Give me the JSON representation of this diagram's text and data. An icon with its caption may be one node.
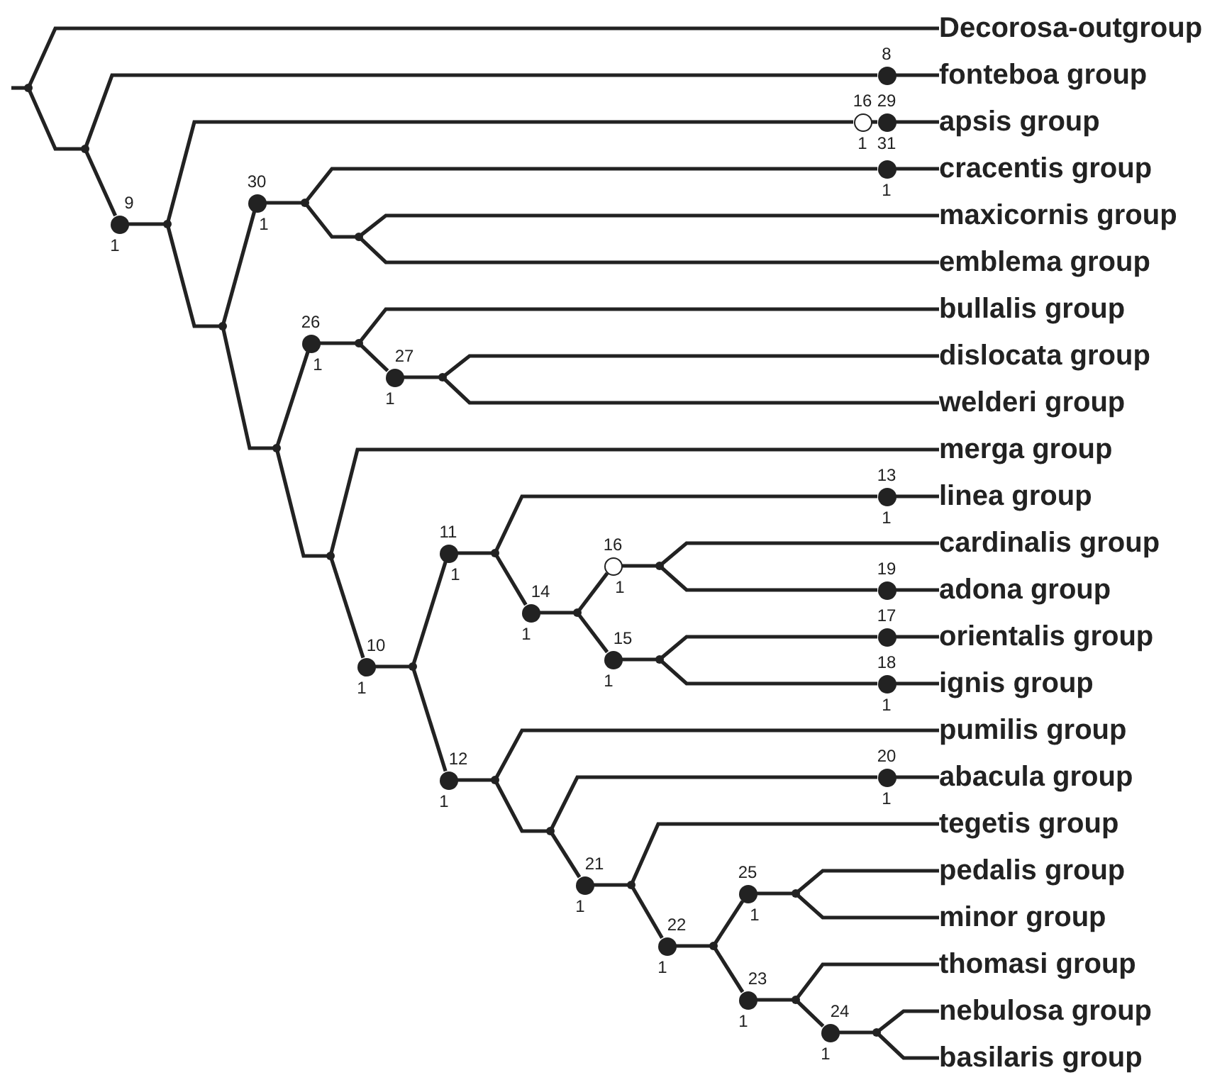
{
  "diagram": {
    "nodes": [
      {
        "text": [
          "Decorosa-outgroup"
        ]
      },
      {
        "text": [
          "fonteboa group"
        ]
      },
      {
        "text": [
          "apsis group"
        ]
      },
      {
        "text": [
          "cracentis group"
        ]
      },
      {
        "text": [
          "maxicornis group"
        ]
      },
      {
        "text": [
          "emblema group"
        ]
      },
      {
        "text": [
          "bullalis group"
        ]
      },
      {
        "text": [
          "dislocata group"
        ]
      },
      {
        "text": [
          "welderi group"
        ]
      },
      {
        "text": [
          "merga group"
        ]
      },
      {
        "text": [
          "linea group"
        ]
      },
      {
        "text": [
          "cardinalis group"
        ]
      },
      {
        "text": [
          "adona group"
        ]
      },
      {
        "text": [
          "orientalis group"
        ]
      },
      {
        "text": [
          "ignis group"
        ]
      },
      {
        "text": [
          "pumilis group"
        ]
      },
      {
        "text": [
          "abacula group"
        ]
      },
      {
        "text": [
          "tegetis group"
        ]
      },
      {
        "text": [
          "pedalis group"
        ]
      },
      {
        "text": [
          "minor group"
        ]
      },
      {
        "text": [
          "thomasi group"
        ]
      },
      {
        "text": [
          "nebulosa group"
        ]
      },
      {
        "text": [
          "basilaris group"
        ]
      },
      {
        "text": [],
        "shape": "point"
      },
      {
        "text": [],
        "shape": "point"
      },
      {
        "text": [],
        "shape": "point"
      },
      {
        "text": [],
        "shape": "point"
      },
      {
        "text": [],
        "shape": "point"
      },
      {
        "text": [],
        "shape": "point"
      },
      {
        "text": [],
        "shape": "point"
      },
      {
        "text": [],
        "shape": "point"
      },
      {
        "text": [],
        "shape": "point"
      },
      {
        "text": [],
        "shape": "point"
      },
      {
        "text": [],
        "shape": "point"
      },
      {
        "text": [],
        "shape": "point"
      },
      {
        "text": [],
        "shape": "point"
      },
      {
        "text": [],
        "shape": "point"
      },
      {
        "text": [],
        "shape": "point"
      },
      {
        "text": [],
        "shape": "point"
      },
      {
        "text": [],
        "shape": "point"
      },
      {
        "text": [],
        "shape": "point"
      },
      {
        "text": [],
        "shape": "point"
      },
      {
        "text": [],
        "shape": "point"
      },
      {
        "text": [],
        "shape": "point"
      },
      {
        "text": [],
        "shape": "point"
      },
      {
        "text": [],
        "shape": "circle",
        "beside": [
          "9",
          "1"
        ]
      },
      {
        "text": [],
        "shape": "circle",
        "beside": [
          "30",
          "1"
        ]
      },
      {
        "text": [],
        "shape": "circle",
        "beside": [
          "26",
          "1"
        ]
      },
      {
        "text": [],
        "shape": "circle",
        "beside": [
          "27",
          "1"
        ]
      },
      {
        "text": [],
        "shape": "circle",
        "beside": [
          "10",
          "1"
        ]
      },
      {
        "text": [],
        "shape": "circle",
        "beside": [
          "11",
          "1"
        ]
      },
      {
        "text": [],
        "shape": "circle",
        "beside": [
          "14",
          "1"
        ]
      },
      {
        "text": [],
        "shape": "ring",
        "beside": [
          "16",
          "1"
        ]
      },
      {
        "text": [],
        "shape": "circle",
        "beside": [
          "15",
          "1"
        ]
      },
      {
        "text": [],
        "shape": "circle",
        "beside": [
          "12",
          "1"
        ]
      },
      {
        "text": [],
        "shape": "circle",
        "beside": [
          "21",
          "1"
        ]
      },
      {
        "text": [],
        "shape": "circle",
        "beside": [
          "22",
          "1"
        ]
      },
      {
        "text": [],
        "shape": "circle",
        "beside": [
          "25",
          "1"
        ]
      },
      {
        "text": [],
        "shape": "circle",
        "beside": [
          "23",
          "1"
        ]
      },
      {
        "text": [],
        "shape": "circle",
        "beside": [
          "24",
          "1"
        ]
      },
      {
        "text": [],
        "shape": "circle",
        "beside": [
          "8"
        ]
      },
      {
        "text": [],
        "shape": "ring",
        "beside": [
          "16",
          "1"
        ]
      },
      {
        "text": [],
        "shape": "circle",
        "beside": [
          "29",
          "31"
        ]
      },
      {
        "text": [],
        "shape": "circle",
        "beside": [
          "1"
        ]
      },
      {
        "text": [],
        "shape": "circle",
        "beside": [
          "13",
          "1"
        ]
      },
      {
        "text": [],
        "shape": "circle",
        "beside": [
          "19"
        ]
      },
      {
        "text": [],
        "shape": "circle",
        "beside": [
          "17"
        ]
      },
      {
        "text": [],
        "shape": "circle",
        "beside": [
          "18",
          "1"
        ]
      },
      {
        "text": [],
        "shape": "circle",
        "beside": [
          "20",
          "1"
        ]
      }
    ],
    "edges": [
      {
        "from": null,
        "to": 23,
        "arrow": "none"
      },
      {
        "from": 23,
        "to": 0,
        "arrow": "none"
      },
      {
        "from": 23,
        "to": 24,
        "arrow": "none"
      },
      {
        "from": 24,
        "to": 60,
        "arrow": "none"
      },
      {
        "from": 60,
        "to": 1,
        "arrow": "none"
      },
      {
        "from": 24,
        "to": 45,
        "arrow": "none"
      },
      {
        "from": 45,
        "to": 25,
        "arrow": "none"
      },
      {
        "from": 25,
        "to": 61,
        "arrow": "none"
      },
      {
        "from": 61,
        "to": 62,
        "arrow": "none"
      },
      {
        "from": 62,
        "to": 2,
        "arrow": "none"
      },
      {
        "from": 25,
        "to": 26,
        "arrow": "none"
      },
      {
        "from": 26,
        "to": 46,
        "arrow": "none"
      },
      {
        "from": 46,
        "to": 27,
        "arrow": "none"
      },
      {
        "from": 26,
        "to": 29,
        "arrow": "none"
      },
      {
        "from": 27,
        "to": 63,
        "arrow": "none"
      },
      {
        "from": 63,
        "to": 3,
        "arrow": "none"
      },
      {
        "from": 27,
        "to": 28,
        "arrow": "none"
      },
      {
        "from": 28,
        "to": 4,
        "arrow": "none"
      },
      {
        "from": 28,
        "to": 5,
        "arrow": "none"
      },
      {
        "from": 29,
        "to": 47,
        "arrow": "none"
      },
      {
        "from": 47,
        "to": 30,
        "arrow": "none"
      },
      {
        "from": 29,
        "to": 32,
        "arrow": "none"
      },
      {
        "from": 30,
        "to": 6,
        "arrow": "none"
      },
      {
        "from": 30,
        "to": 48,
        "arrow": "none"
      },
      {
        "from": 48,
        "to": 31,
        "arrow": "none"
      },
      {
        "from": 31,
        "to": 7,
        "arrow": "none"
      },
      {
        "from": 31,
        "to": 8,
        "arrow": "none"
      },
      {
        "from": 32,
        "to": 9,
        "arrow": "none"
      },
      {
        "from": 32,
        "to": 49,
        "arrow": "none"
      },
      {
        "from": 49,
        "to": 33,
        "arrow": "none"
      },
      {
        "from": 33,
        "to": 50,
        "arrow": "none"
      },
      {
        "from": 50,
        "to": 34,
        "arrow": "none"
      },
      {
        "from": 33,
        "to": 54,
        "arrow": "none"
      },
      {
        "from": 54,
        "to": 38,
        "arrow": "none"
      },
      {
        "from": 34,
        "to": 64,
        "arrow": "none"
      },
      {
        "from": 64,
        "to": 10,
        "arrow": "none"
      },
      {
        "from": 34,
        "to": 51,
        "arrow": "none"
      },
      {
        "from": 51,
        "to": 35,
        "arrow": "none"
      },
      {
        "from": 35,
        "to": 52,
        "arrow": "none"
      },
      {
        "from": 52,
        "to": 36,
        "arrow": "none"
      },
      {
        "from": 35,
        "to": 53,
        "arrow": "none"
      },
      {
        "from": 53,
        "to": 37,
        "arrow": "none"
      },
      {
        "from": 36,
        "to": 11,
        "arrow": "none"
      },
      {
        "from": 36,
        "to": 65,
        "arrow": "none"
      },
      {
        "from": 65,
        "to": 12,
        "arrow": "none"
      },
      {
        "from": 37,
        "to": 66,
        "arrow": "none"
      },
      {
        "from": 66,
        "to": 13,
        "arrow": "none"
      },
      {
        "from": 37,
        "to": 67,
        "arrow": "none"
      },
      {
        "from": 67,
        "to": 14,
        "arrow": "none"
      },
      {
        "from": 38,
        "to": 15,
        "arrow": "none"
      },
      {
        "from": 38,
        "to": 39,
        "arrow": "none"
      },
      {
        "from": 39,
        "to": 68,
        "arrow": "none"
      },
      {
        "from": 68,
        "to": 16,
        "arrow": "none"
      },
      {
        "from": 39,
        "to": 55,
        "arrow": "none"
      },
      {
        "from": 55,
        "to": 40,
        "arrow": "none"
      },
      {
        "from": 40,
        "to": 17,
        "arrow": "none"
      },
      {
        "from": 40,
        "to": 56,
        "arrow": "none"
      },
      {
        "from": 56,
        "to": 41,
        "arrow": "none"
      },
      {
        "from": 41,
        "to": 57,
        "arrow": "none"
      },
      {
        "from": 57,
        "to": 42,
        "arrow": "none"
      },
      {
        "from": 41,
        "to": 58,
        "arrow": "none"
      },
      {
        "from": 58,
        "to": 43,
        "arrow": "none"
      },
      {
        "from": 42,
        "to": 18,
        "arrow": "none"
      },
      {
        "from": 42,
        "to": 19,
        "arrow": "none"
      },
      {
        "from": 43,
        "to": 20,
        "arrow": "none"
      },
      {
        "from": 43,
        "to": 59,
        "arrow": "none"
      },
      {
        "from": 59,
        "to": 44,
        "arrow": "none"
      },
      {
        "from": 44,
        "to": 21,
        "arrow": "none"
      },
      {
        "from": 44,
        "to": 22,
        "arrow": "none"
      }
    ]
  }
}
